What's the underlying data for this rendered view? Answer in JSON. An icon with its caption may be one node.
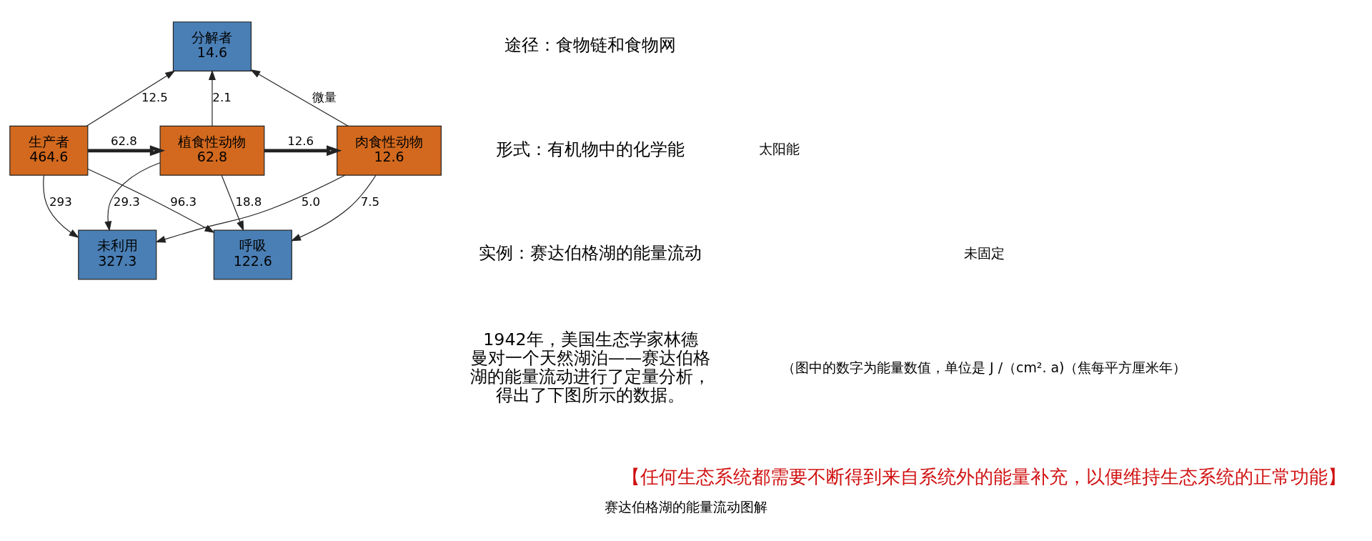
{
  "diagram": {
    "caption": "赛达伯格湖的能量流动图解",
    "nodes": [
      {
        "text": [
          "分解者",
          "14.6"
        ]
      },
      {
        "text": [
          "生产者",
          "464.6"
        ]
      },
      {
        "text": [
          "植食性动物",
          "62.8"
        ]
      },
      {
        "text": [
          "肉食性动物",
          "12.6"
        ]
      },
      {
        "text": [
          "呼吸",
          "122.6"
        ]
      },
      {
        "text": [
          "未利用",
          "327.3"
        ]
      }
    ],
    "edges": [
      {
        "from": 1,
        "to": 0,
        "arrow": "to",
        "label": "12.5"
      },
      {
        "from": 1,
        "to": 2,
        "arrow": "to",
        "label": "62.8",
        "style": "thick"
      },
      {
        "from": 2,
        "to": 0,
        "arrow": "to",
        "label": "2.1"
      },
      {
        "from": 3,
        "to": 0,
        "arrow": "to",
        "label": "微量"
      },
      {
        "from": 2,
        "to": 3,
        "arrow": "to",
        "label": "12.6",
        "style": "thick"
      },
      {
        "from": 1,
        "to": 4,
        "arrow": "to",
        "label": "96.3"
      },
      {
        "from": 1,
        "to": 5,
        "arrow": "to",
        "label": "293"
      },
      {
        "from": 2,
        "to": 4,
        "arrow": "to",
        "label": "18.8"
      },
      {
        "from": 2,
        "to": 5,
        "arrow": "to",
        "label": "29.3"
      },
      {
        "from": 3,
        "to": 4,
        "arrow": "to",
        "label": "7.5"
      },
      {
        "from": 3,
        "to": 5,
        "arrow": "to",
        "label": "5.0"
      }
    ],
    "labels": [
      "途径：食物链和食物网",
      "形式：有机物中的化学能",
      "实例：赛达伯格湖的能量流动",
      "1942年，美国生态学家林德曼对一个天然湖泊——赛达伯格湖的能量流动进行了定量分析，得出了下图所示的数据。",
      "太阳能",
      "未固定",
      "（图中的数字为能量数值，单位是 J /（cm². a)（焦每平方厘米年）",
      "【任何生态系统都需要不断得到来自系统外的能量补充，以便维持生态系统的正常功能】"
    ]
  }
}
